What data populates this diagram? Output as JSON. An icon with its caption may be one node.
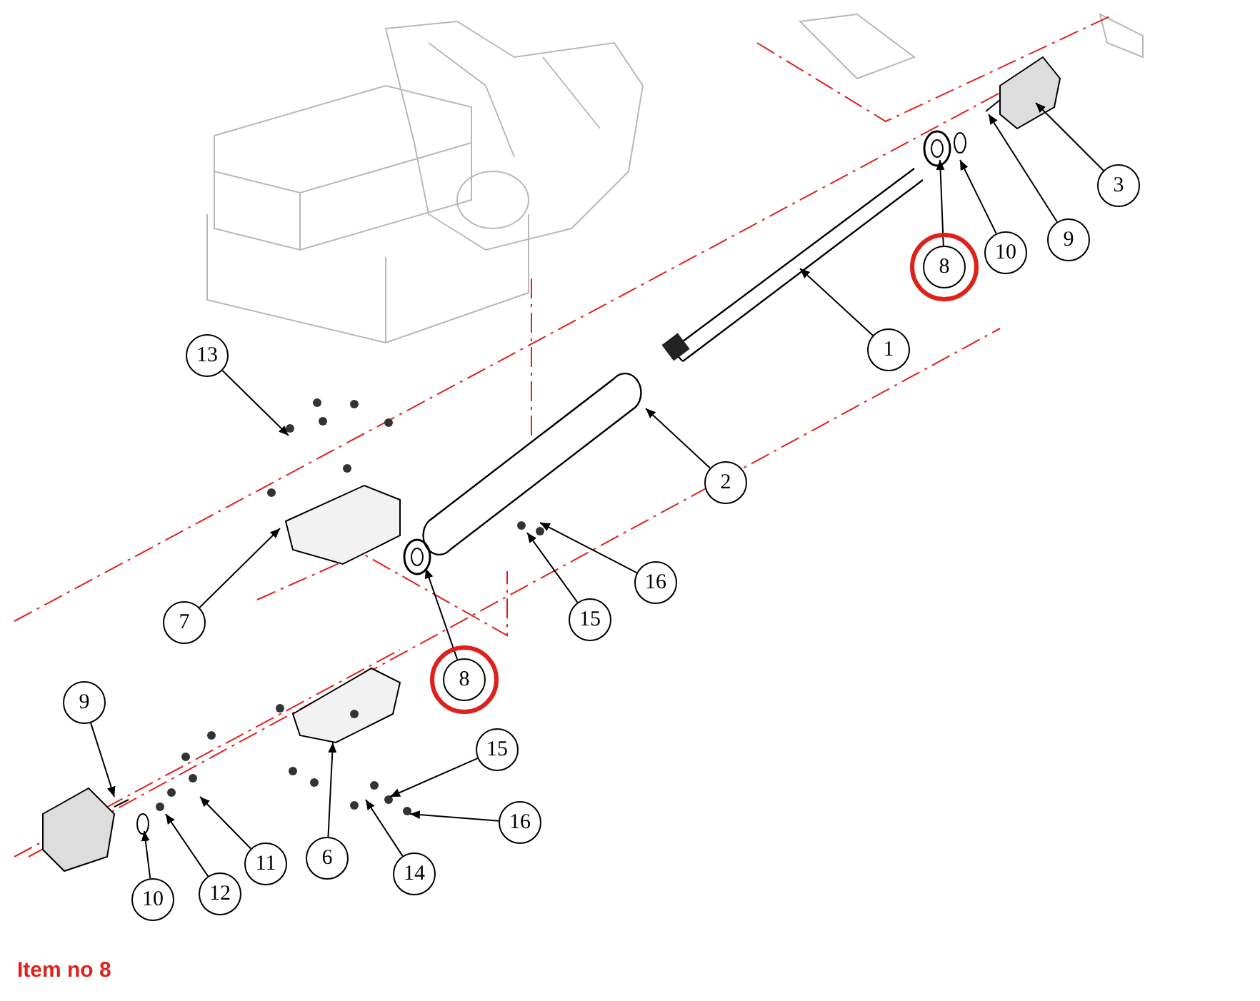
{
  "diagram": {
    "nodes": [
      {
        "text": [
          "3"
        ]
      },
      {
        "text": [
          "9"
        ]
      },
      {
        "text": [
          "10"
        ]
      },
      {
        "text": [
          "8"
        ]
      },
      {
        "text": [
          "1"
        ]
      },
      {
        "text": [
          "13"
        ]
      },
      {
        "text": [
          "2"
        ]
      },
      {
        "text": [
          "16"
        ]
      },
      {
        "text": [
          "7"
        ]
      },
      {
        "text": [
          "15"
        ]
      },
      {
        "text": [
          "8"
        ]
      },
      {
        "text": [
          "9"
        ]
      },
      {
        "text": [
          "15"
        ]
      },
      {
        "text": [
          "16"
        ]
      },
      {
        "text": [
          "6"
        ]
      },
      {
        "text": [
          "11"
        ]
      },
      {
        "text": [
          "14"
        ]
      },
      {
        "text": [
          "12"
        ]
      },
      {
        "text": [
          "10"
        ]
      }
    ],
    "edges": [
      {
        "from": 0,
        "to": null,
        "arrow": "to"
      },
      {
        "from": 1,
        "to": null,
        "arrow": "to"
      },
      {
        "from": 2,
        "to": null,
        "arrow": "to"
      },
      {
        "from": 3,
        "to": null,
        "arrow": "to"
      },
      {
        "from": 4,
        "to": null,
        "arrow": "to"
      },
      {
        "from": 5,
        "to": null,
        "arrow": "to"
      },
      {
        "from": 6,
        "to": null,
        "arrow": "to"
      },
      {
        "from": 7,
        "to": null,
        "arrow": "to"
      },
      {
        "from": 8,
        "to": null,
        "arrow": "to"
      },
      {
        "from": 9,
        "to": null,
        "arrow": "to"
      },
      {
        "from": 10,
        "to": null,
        "arrow": "to"
      },
      {
        "from": 11,
        "to": null,
        "arrow": "to"
      },
      {
        "from": 12,
        "to": null,
        "arrow": "to"
      },
      {
        "from": 13,
        "to": null,
        "arrow": "to"
      },
      {
        "from": 14,
        "to": null,
        "arrow": "to"
      },
      {
        "from": 15,
        "to": null,
        "arrow": "to"
      },
      {
        "from": 16,
        "to": null,
        "arrow": "to"
      },
      {
        "from": 17,
        "to": null,
        "arrow": "to"
      },
      {
        "from": 18,
        "to": null,
        "arrow": "to"
      }
    ],
    "labels": [
      "Item no 8"
    ]
  }
}
